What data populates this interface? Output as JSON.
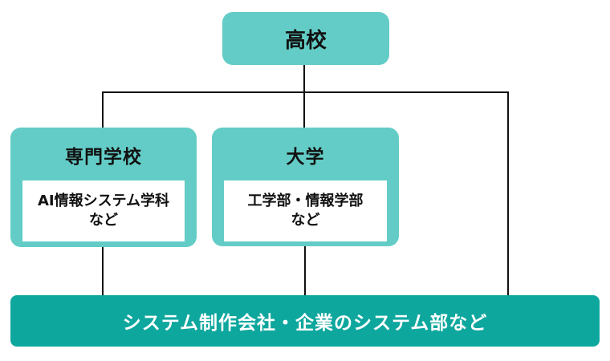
{
  "colors": {
    "node_fill": "#63ccc6",
    "bar_fill": "#0ea79e",
    "detail_fill": "#ffffff",
    "line": "#111111",
    "node_text": "#111111",
    "bar_text": "#ffffff"
  },
  "nodes": {
    "highschool": {
      "label": "高校"
    },
    "vocational": {
      "label": "専門学校",
      "detail_lines": [
        "AI情報システム学科",
        "など"
      ]
    },
    "university": {
      "label": "大学",
      "detail_lines": [
        "工学部・情報学部",
        "など"
      ]
    },
    "company": {
      "label": "システム制作会社・企業のシステム部など"
    }
  }
}
